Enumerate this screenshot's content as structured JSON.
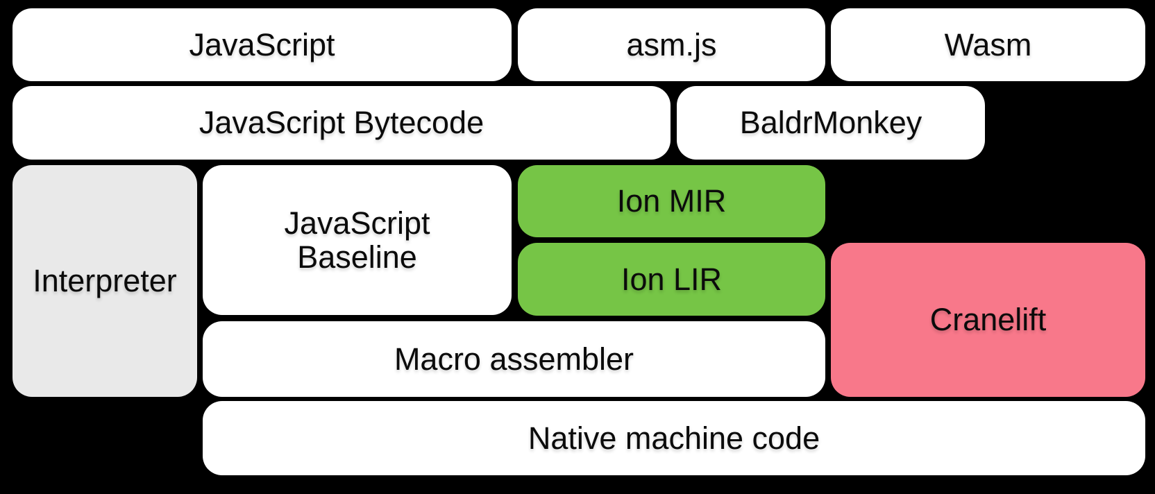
{
  "diagram": {
    "background": "#000000",
    "colors": {
      "box_white": "#ffffff",
      "box_gray": "#e9e9e9",
      "box_green": "#76c546",
      "box_pink": "#f8788a",
      "text": "#0b0b0b"
    },
    "nodes": {
      "javascript": {
        "label": "JavaScript"
      },
      "asmjs": {
        "label": "asm.js"
      },
      "wasm": {
        "label": "Wasm"
      },
      "bytecode": {
        "label": "JavaScript Bytecode"
      },
      "baldrmonkey": {
        "label": "BaldrMonkey"
      },
      "interpreter": {
        "label": "Interpreter"
      },
      "baseline": {
        "label": "JavaScript\nBaseline"
      },
      "ion_mir": {
        "label": "Ion MIR"
      },
      "ion_lir": {
        "label": "Ion LIR"
      },
      "cranelift": {
        "label": "Cranelift"
      },
      "macro_assembler": {
        "label": "Macro assembler"
      },
      "native": {
        "label": "Native machine code"
      }
    }
  }
}
